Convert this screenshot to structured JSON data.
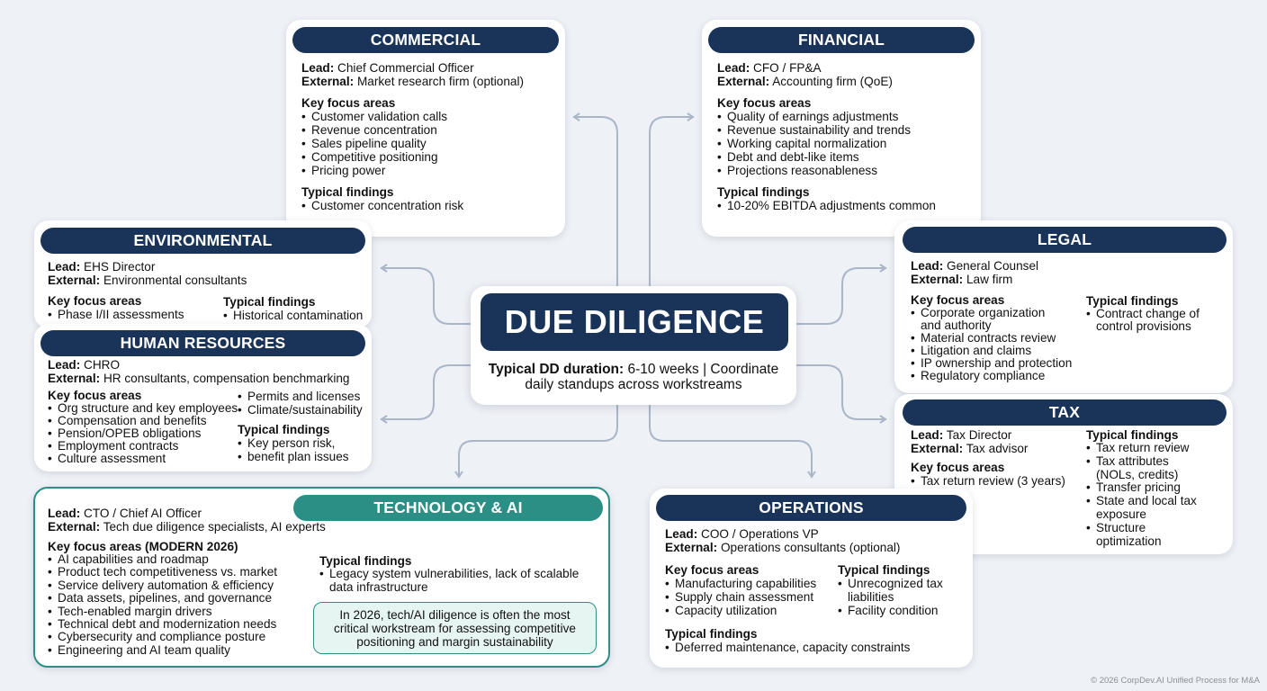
{
  "center": {
    "title": "DUE DILIGENCE",
    "duration_label": "Typical DD duration:",
    "duration_text": " 6-10 weeks | Coordinate",
    "duration_line2": "daily standups across workstreams"
  },
  "commercial": {
    "title": "COMMERCIAL",
    "lead_label": "Lead:",
    "lead": " Chief Commercial Officer",
    "external_label": "External:",
    "external": " Market research firm (optional)",
    "focus_heading": "Key focus areas",
    "focus": [
      "Customer validation calls",
      "Revenue concentration",
      "Sales pipeline quality",
      "Competitive positioning",
      "Pricing power"
    ],
    "findings_heading": "Typical findings",
    "findings": [
      "Customer concentration risk"
    ]
  },
  "financial": {
    "title": "FINANCIAL",
    "lead_label": "Lead:",
    "lead": " CFO / FP&A",
    "external_label": "External:",
    "external": " Accounting firm (QoE)",
    "focus_heading": "Key focus areas",
    "focus": [
      "Quality of earnings adjustments",
      "Revenue sustainability and trends",
      "Working capital normalization",
      "Debt and debt-like items",
      "Projections reasonableness"
    ],
    "findings_heading": "Typical findings",
    "findings": [
      "10-20% EBITDA adjustments common"
    ]
  },
  "environmental": {
    "title": "ENVIRONMENTAL",
    "lead_label": "Lead:",
    "lead": " EHS Director",
    "external_label": "External:",
    "external": " Environmental consultants",
    "focus_heading": "Key focus areas",
    "focus": [
      "Phase I/II assessments"
    ],
    "findings_heading": "Typical findings",
    "findings": [
      "Historical contamination"
    ]
  },
  "human_resources": {
    "title": "HUMAN RESOURCES",
    "lead_label": "Lead:",
    "lead": " CHRO",
    "external_label": "External:",
    "external": " HR consultants, compensation benchmarking",
    "focus_heading": "Key focus areas",
    "focus": [
      "Org structure and key employees",
      "Compensation and benefits",
      "Pension/OPEB obligations",
      "Employment contracts",
      "Culture assessment"
    ],
    "focus_extra": [
      "Permits and licenses",
      "Climate/sustainability"
    ],
    "findings_heading": "Typical findings",
    "findings": [
      "Key person risk,",
      "benefit plan issues"
    ]
  },
  "legal": {
    "title": "LEGAL",
    "lead_label": "Lead:",
    "lead": " General Counsel",
    "external_label": "External:",
    "external": " Law firm",
    "focus_heading": "Key focus areas",
    "focus": [
      "Corporate organization",
      "Material contracts review",
      "Litigation and claims",
      "IP ownership and protection",
      "Regulatory compliance"
    ],
    "focus_cont": "and authority",
    "findings_heading": "Typical findings",
    "findings": [
      "Contract change of"
    ],
    "findings_cont": "control provisions"
  },
  "tax": {
    "title": "TAX",
    "lead_label": "Lead:",
    "lead": " Tax Director",
    "external_label": "External:",
    "external": " Tax advisor",
    "focus_heading": "Key focus areas",
    "focus": [
      "Tax return review (3 years)"
    ],
    "findings_heading": "Typical findings",
    "findings": [
      {
        "text": "Tax return review",
        "cont": ""
      },
      {
        "text": "Tax attributes",
        "cont": "(NOLs, credits)"
      },
      {
        "text": "Transfer pricing",
        "cont": ""
      },
      {
        "text": "State and local tax",
        "cont": "exposure"
      },
      {
        "text": "Structure",
        "cont": "optimization"
      }
    ]
  },
  "technology": {
    "title": "TECHNOLOGY & AI",
    "lead_label": "Lead:",
    "lead": " CTO / Chief AI Officer",
    "external_label": "External:",
    "external": " Tech due diligence specialists, AI experts",
    "focus_heading": "Key focus areas (MODERN 2026)",
    "focus": [
      "AI capabilities and roadmap",
      "Product tech competitiveness vs. market",
      "Service delivery automation & efficiency",
      "Data assets, pipelines, and governance",
      "Tech-enabled margin drivers",
      "Technical debt and modernization needs",
      "Cybersecurity and compliance posture",
      "Engineering and AI team quality"
    ],
    "findings_heading": "Typical findings",
    "findings": [
      "Legacy system vulnerabilities, lack of scalable"
    ],
    "findings_cont": "data infrastructure",
    "note_lines": [
      "In 2026, tech/AI diligence is often the most",
      "critical workstream for assessing competitive",
      "positioning and margin sustainability"
    ]
  },
  "operations": {
    "title": "OPERATIONS",
    "lead_label": "Lead:",
    "lead": " COO / Operations VP",
    "external_label": "External:",
    "external": " Operations consultants (optional)",
    "focus_heading": "Key focus areas",
    "focus": [
      "Manufacturing capabilities",
      "Supply chain assessment",
      "Capacity utilization"
    ],
    "findings_heading": "Typical findings",
    "findings": [
      {
        "text": "Unrecognized tax",
        "cont": "liabilities"
      },
      {
        "text": "Facility condition",
        "cont": ""
      }
    ],
    "findings2_heading": "Typical findings",
    "findings2": [
      "Deferred maintenance, capacity constraints"
    ]
  },
  "footer": "© 2026 CorpDev.AI Unified Process for M&A",
  "colors": {
    "navy": "#1a3459",
    "teal": "#2b8f86",
    "background": "#eef1f6",
    "connector": "#a9b6c8"
  }
}
